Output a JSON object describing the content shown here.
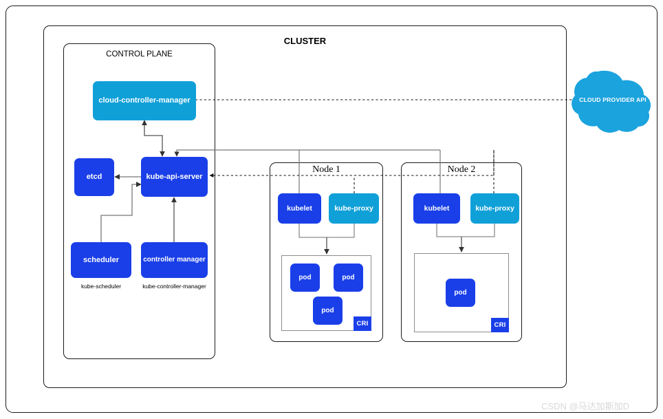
{
  "diagram": {
    "outer_border": true,
    "cluster": {
      "title": "CLUSTER"
    },
    "control_plane": {
      "title": "CONTROL PLANE"
    },
    "components": {
      "cloud_controller_manager": "cloud-controller-manager",
      "kube_api_server": "kube-api-server",
      "etcd": "etcd",
      "scheduler": "scheduler",
      "controller_manager": "controller manager"
    },
    "captions": {
      "scheduler": "kube-scheduler",
      "controller_manager": "kube-controller-manager"
    },
    "cloud_provider": {
      "label": "CLOUD PROVIDER API"
    },
    "nodes": [
      {
        "title": "Node 1",
        "kubelet": "kubelet",
        "kube_proxy": "kube-proxy",
        "cri": "CRI",
        "pods": [
          "pod",
          "pod",
          "pod"
        ]
      },
      {
        "title": "Node 2",
        "kubelet": "kubelet",
        "kube_proxy": "kube-proxy",
        "cri": "CRI",
        "pods": [
          "pod"
        ]
      }
    ],
    "watermark": "CSDN @马达加斯加D",
    "colors": {
      "dark_blue": "#1a3fe8",
      "light_blue": "#10a0d8",
      "cloud": "#1ba3dd",
      "border": "#1a1a1a",
      "connector": "#555555",
      "inner_border": "#8c8c8c",
      "watermark": "#d8d8d8"
    }
  }
}
